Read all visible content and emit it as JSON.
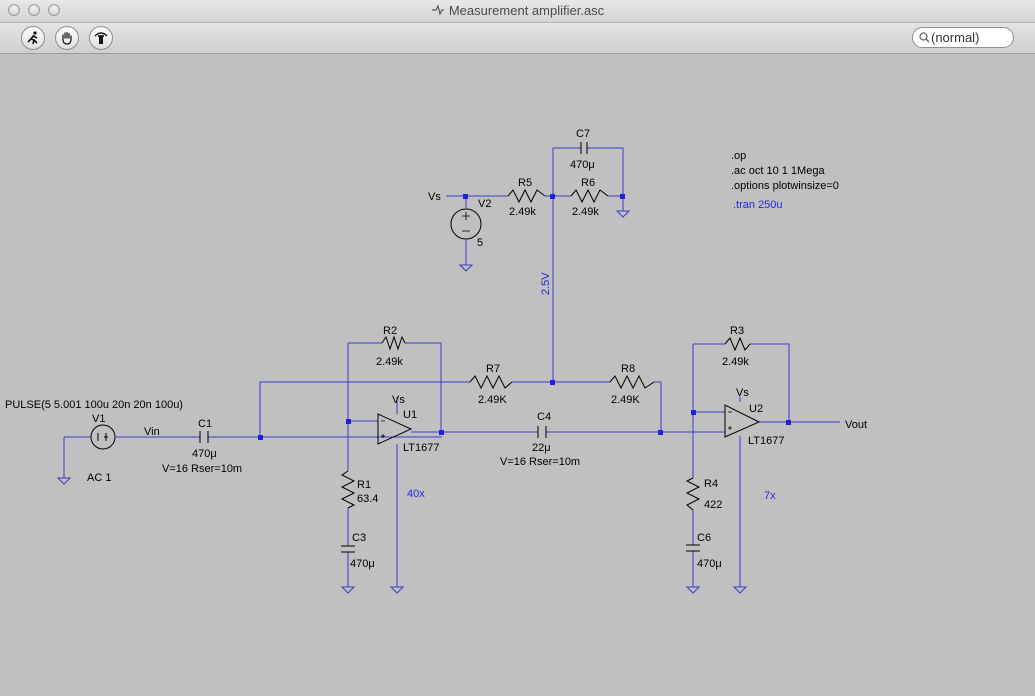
{
  "window": {
    "title": "Measurement amplifier.asc"
  },
  "toolbar": {
    "buttons": [
      "run-icon",
      "hand-icon",
      "probe-icon"
    ],
    "search_value": "(normal)"
  },
  "colors": {
    "wire": "#3c3cc8",
    "node": "#2020e0",
    "background": "#c0c0c0",
    "directive_blue": "#2626e0"
  },
  "schematic": {
    "directives": {
      "op": ".op",
      "ac": ".ac oct 10 1 1Mega",
      "options": ".options plotwinsize=0",
      "tran": ".tran 250u"
    },
    "labels": {
      "vs_top": "Vs",
      "vin": "Vin",
      "vout": "Vout",
      "net_2v5": "2.5V",
      "vs_u1": "Vs",
      "vs_u2": "Vs"
    },
    "gains": {
      "stage1": "40x",
      "stage2": "7x"
    },
    "v1": {
      "name": "V1",
      "pulse": "PULSE(5 5.001 100u 20n 20n 100u)",
      "ac": "AC 1"
    },
    "v2": {
      "name": "V2",
      "value": "5"
    },
    "c1": {
      "name": "C1",
      "value": "470μ",
      "params": "V=16 Rser=10m"
    },
    "c3": {
      "name": "C3",
      "value": "470μ"
    },
    "c4": {
      "name": "C4",
      "value": "22μ",
      "params": "V=16 Rser=10m"
    },
    "c6": {
      "name": "C6",
      "value": "470μ"
    },
    "c7": {
      "name": "C7",
      "value": "470μ"
    },
    "r1": {
      "name": "R1",
      "value": "63.4"
    },
    "r2": {
      "name": "R2",
      "value": "2.49k"
    },
    "r3": {
      "name": "R3",
      "value": "2.49k"
    },
    "r4": {
      "name": "R4",
      "value": "422"
    },
    "r5": {
      "name": "R5",
      "value": "2.49k"
    },
    "r6": {
      "name": "R6",
      "value": "2.49k"
    },
    "r7": {
      "name": "R7",
      "value": "2.49K"
    },
    "r8": {
      "name": "R8",
      "value": "2.49K"
    },
    "u1": {
      "name": "U1",
      "part": "LT1677"
    },
    "u2": {
      "name": "U2",
      "part": "LT1677"
    }
  }
}
